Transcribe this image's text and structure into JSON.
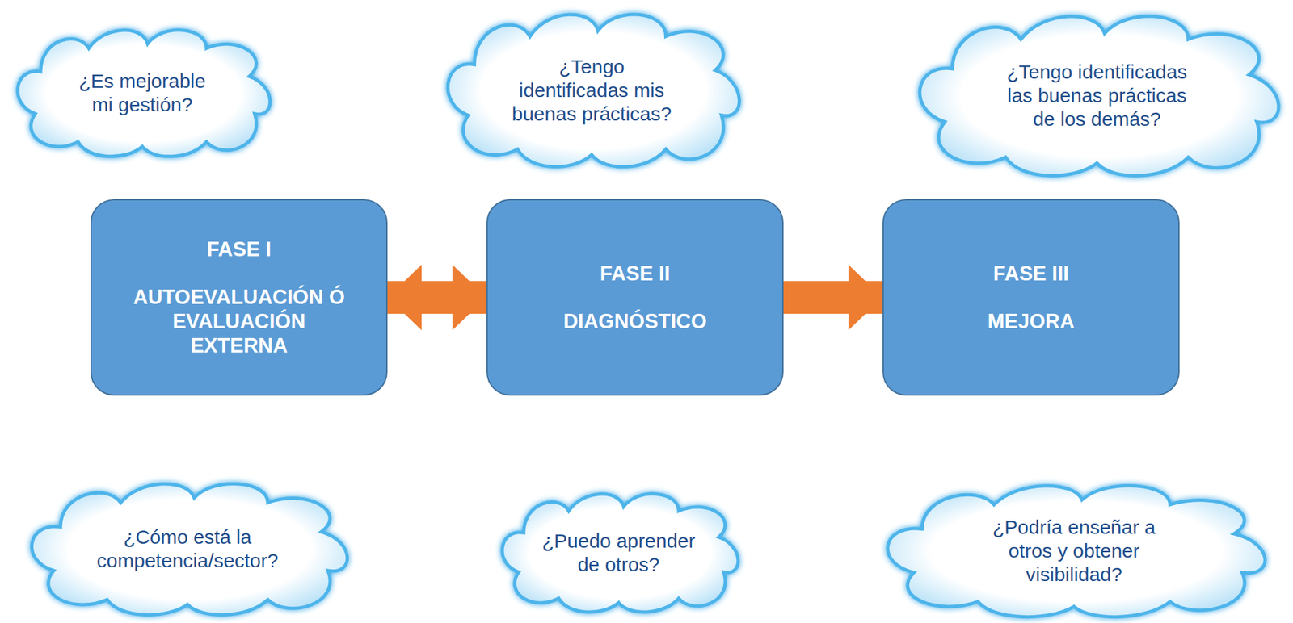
{
  "diagram": {
    "nodes": [
      {
        "text": [
          "¿Es mejorable mi gestión?"
        ]
      },
      {
        "text": [
          "¿Tengo identificadas mis buenas prácticas?"
        ]
      },
      {
        "text": [
          "¿Tengo identificadas las buenas prácticas de los demás?"
        ]
      },
      {
        "text": [
          "FASE I",
          "AUTOEVALUACIÓN Ó EVALUACIÓN EXTERNA"
        ]
      },
      {
        "text": [
          "FASE II",
          "DIAGNÓSTICO"
        ]
      },
      {
        "text": [
          "FASE III",
          "MEJORA"
        ]
      },
      {
        "text": [
          "¿Cómo está la competencia/sector?"
        ]
      },
      {
        "text": [
          "¿Puedo aprender de otros?"
        ]
      },
      {
        "text": [
          "¿Podría enseñar a otros y obtener visibilidad?"
        ]
      }
    ],
    "edges": [
      {
        "from": 3,
        "to": 4,
        "arrow": "to"
      },
      {
        "from": 4,
        "to": 5,
        "arrow": "to"
      },
      {
        "from": 5,
        "to": 3,
        "arrow": "to"
      }
    ]
  }
}
